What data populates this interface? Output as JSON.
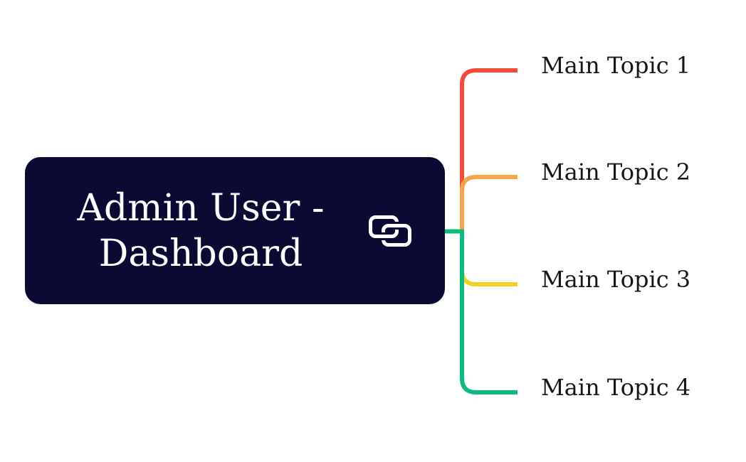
{
  "canvas": {
    "background": "#ffffff"
  },
  "root_node": {
    "title": "Admin User - Dashboard",
    "background": "#0a0a32",
    "text_color": "#ffffff",
    "icon": "link-icon"
  },
  "topics": [
    {
      "label": "Main Topic 1",
      "branch_color": "#f4493b"
    },
    {
      "label": "Main Topic 2",
      "branch_color": "#f7a44e"
    },
    {
      "label": "Main Topic 3",
      "branch_color": "#eed321"
    },
    {
      "label": "Main Topic 4",
      "branch_color": "#0cbc7c"
    }
  ],
  "topic_text_color": "#161616"
}
